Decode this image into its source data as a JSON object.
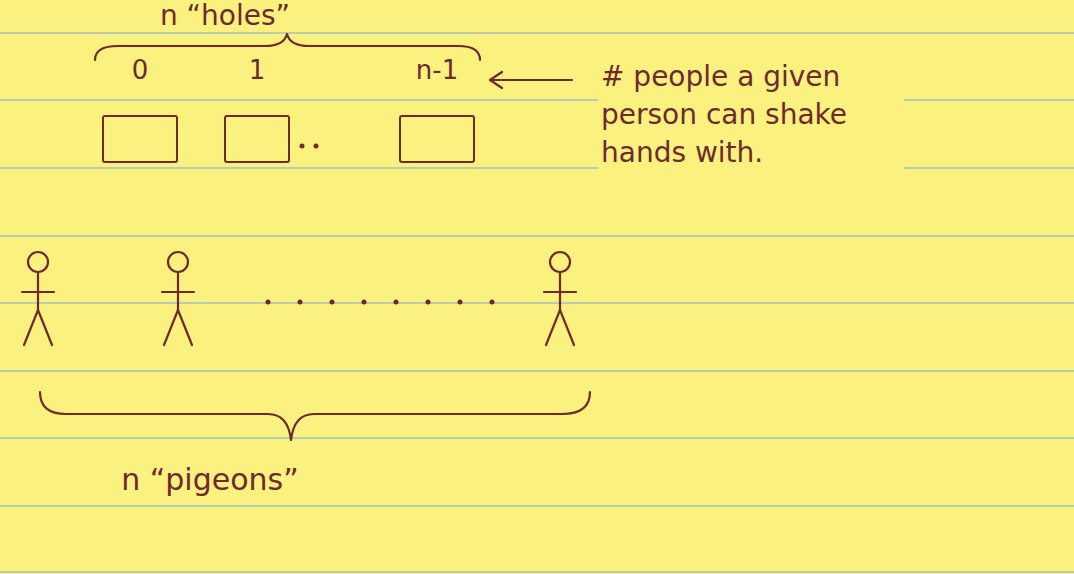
{
  "diagram": {
    "nodes": [
      {
        "text": [
          "0"
        ]
      },
      {
        "text": [
          "1"
        ]
      },
      {
        "text": [
          "n-1"
        ]
      }
    ],
    "labels": [
      "n “holes”",
      "# people a given person can shake hands with.",
      "n “pigeons”"
    ]
  }
}
